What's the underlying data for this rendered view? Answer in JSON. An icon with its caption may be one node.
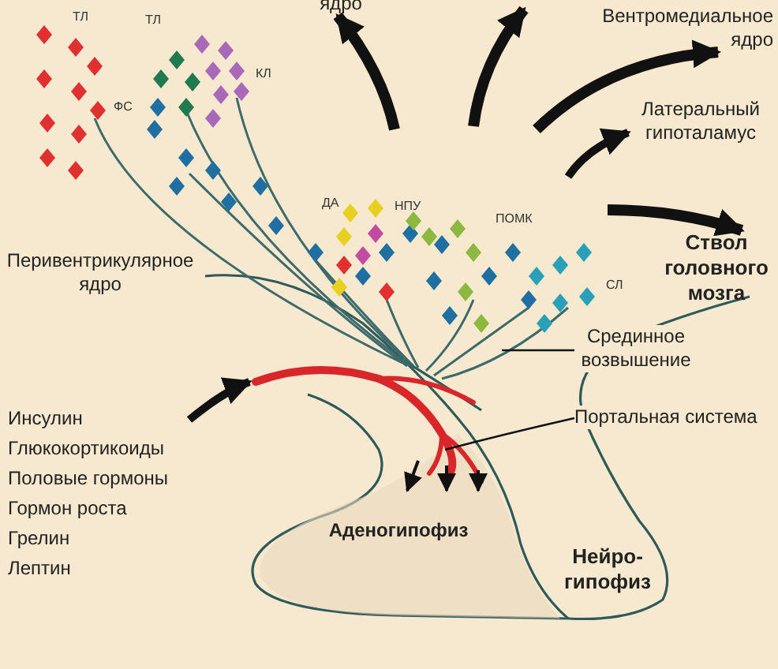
{
  "diagram": {
    "nodes": [
      {
        "text": [
          "ядро"
        ]
      },
      {
        "text": [
          "Вентромедиальное ядро"
        ]
      },
      {
        "text": [
          "Латеральный гипоталамус"
        ]
      },
      {
        "text": [
          "Ствол головного мозга"
        ]
      },
      {
        "text": [
          "Инсулин",
          "Глюкокортикоиды",
          "Половые гормоны",
          "Гормон роста",
          "Грелин",
          "Лептин"
        ]
      },
      {
        "text": [
          "Срединное возвышение"
        ]
      },
      {
        "text": [
          "Портальная система"
        ]
      },
      {
        "text": [
          "Аденогипофиз"
        ]
      },
      {
        "text": [
          "Нейро- гипофиз"
        ]
      },
      {
        "text": [],
        "shape": "picture"
      }
    ],
    "edges": [
      {
        "from": null,
        "to": 0,
        "arrow": "to",
        "style": "thick"
      },
      {
        "from": null,
        "to": 1,
        "arrow": "to",
        "style": "thick"
      },
      {
        "from": null,
        "to": 2,
        "arrow": "to",
        "style": "thick"
      },
      {
        "from": null,
        "to": 3,
        "arrow": "to",
        "style": "thick"
      },
      {
        "from": 4,
        "to": 9,
        "arrow": "to",
        "style": "thick"
      },
      {
        "from": 5,
        "to": null,
        "arrow": "none"
      },
      {
        "from": 6,
        "to": 9,
        "arrow": "none"
      },
      {
        "from": 9,
        "to": 7,
        "arrow": "to"
      },
      {
        "from": 9,
        "to": 7,
        "arrow": "to"
      },
      {
        "from": 9,
        "to": 7,
        "arrow": "to"
      }
    ],
    "labels": [
      "ТЛ",
      "ТЛ",
      "КЛ",
      "ФС",
      "Перивентрикулярное ядро",
      "ДА",
      "НПУ",
      "ПОМК",
      "СЛ"
    ]
  }
}
